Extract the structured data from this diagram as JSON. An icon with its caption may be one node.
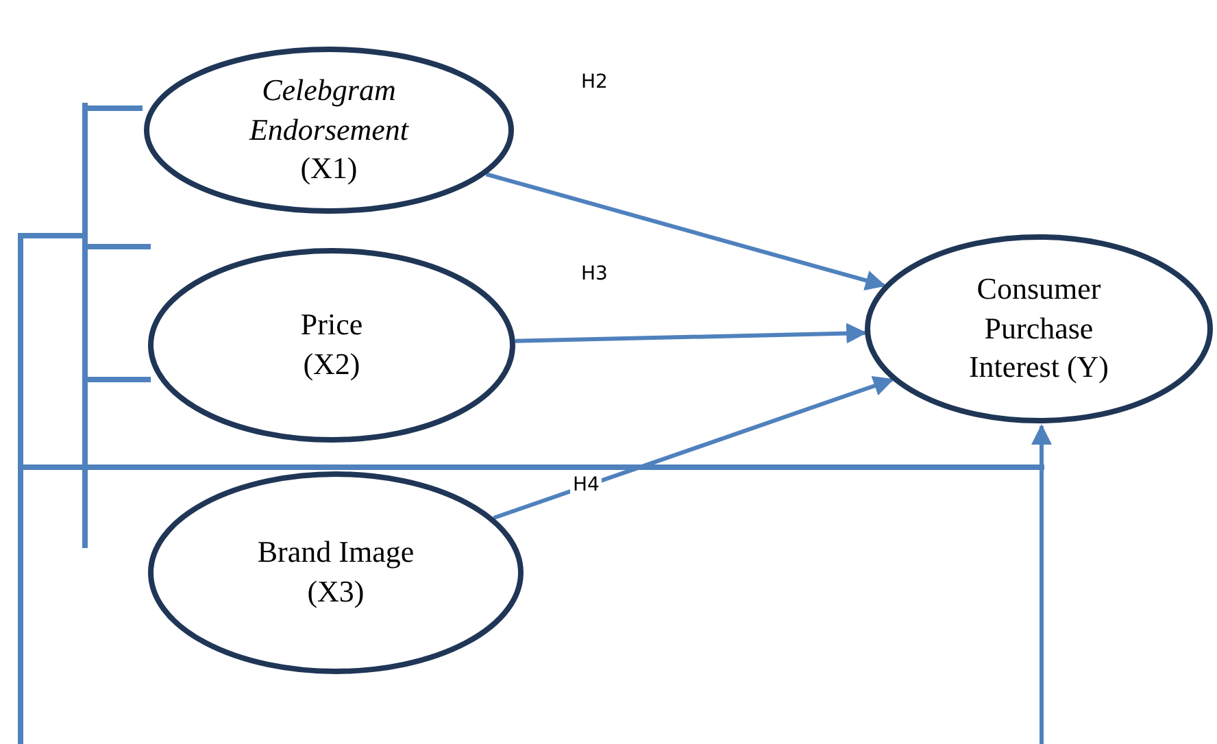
{
  "diagram": {
    "nodes": [
      {
        "text": [
          "*Celebgram Endorsement* (X1)"
        ]
      },
      {
        "text": [
          "Price (X2)"
        ]
      },
      {
        "text": [
          "Brand Image (X3)"
        ]
      },
      {
        "text": [
          "Consumer Purchase Interest (Y)"
        ]
      }
    ],
    "edges": [
      {
        "from": 0,
        "to": 3,
        "arrow": "to"
      },
      {
        "from": 1,
        "to": 3,
        "arrow": "to"
      },
      {
        "from": 2,
        "to": 3,
        "arrow": "to"
      },
      {
        "from": null,
        "to": 3,
        "arrow": "to"
      }
    ],
    "labels": [
      "H2",
      "H3",
      "H4"
    ]
  }
}
